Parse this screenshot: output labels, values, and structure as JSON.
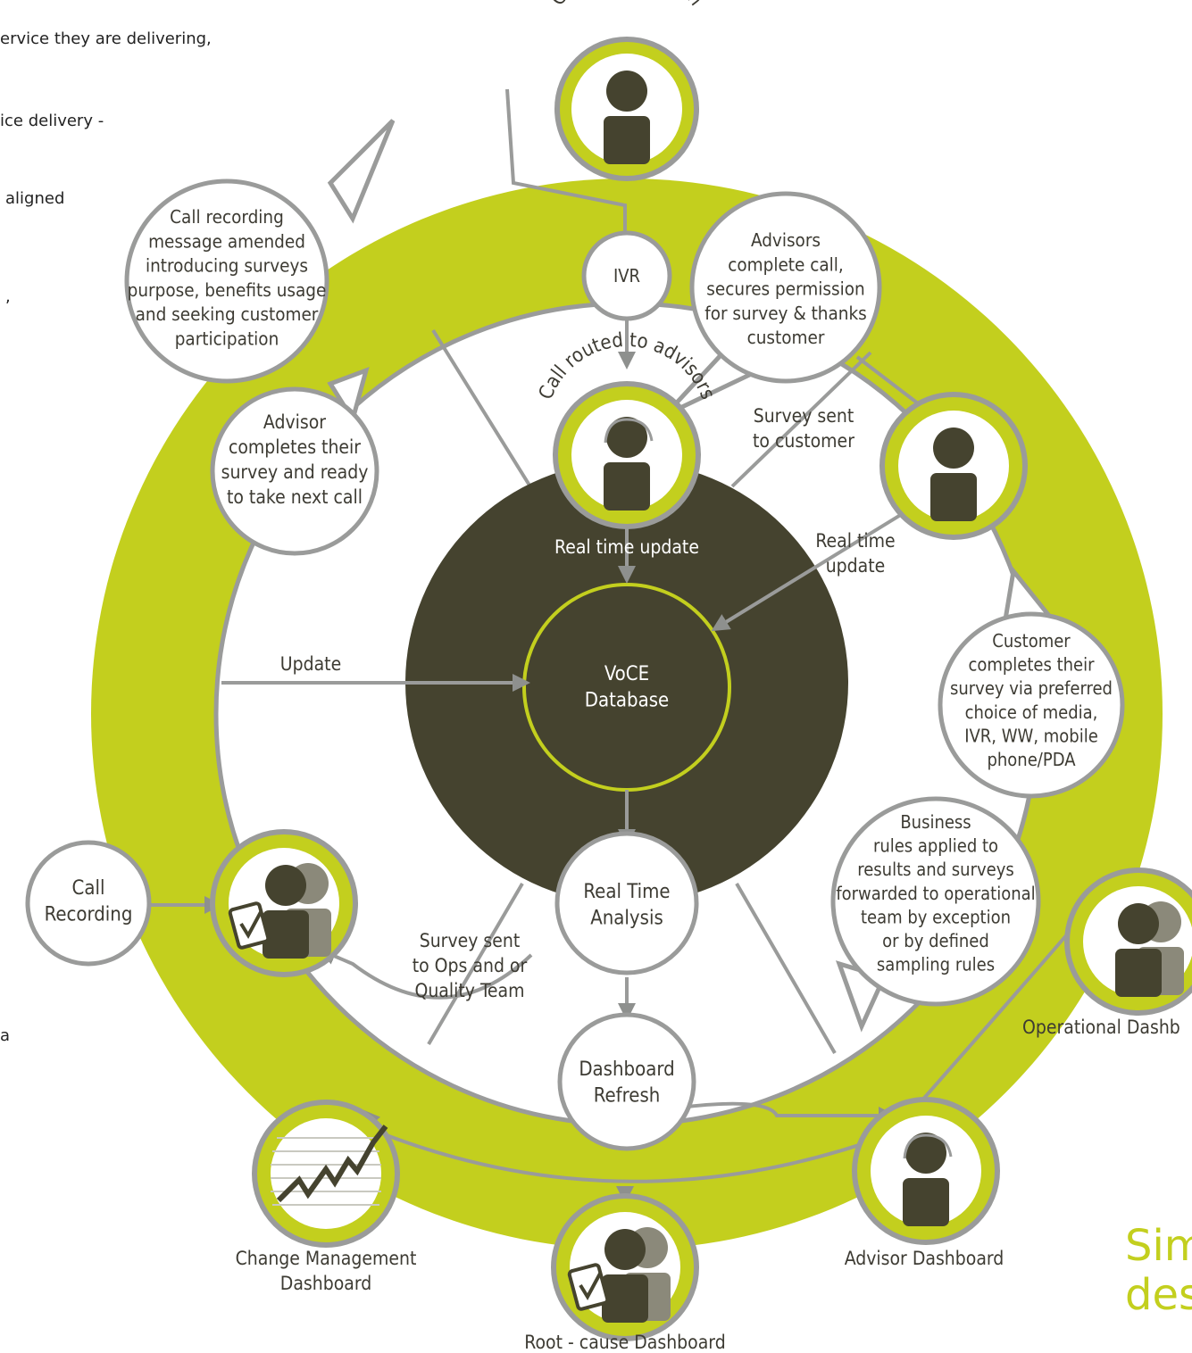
{
  "colors": {
    "accent": "#c3cf1e",
    "dark": "#45432f",
    "grey": "#9a9b9a",
    "white": "#ffffff"
  },
  "side_text": {
    "line1": "ervice they are delivering,",
    "line2": "ice delivery -",
    "line3": "aligned",
    "line4": ",",
    "line5": "a"
  },
  "big_heading": {
    "line1": "Sim",
    "line2": "des"
  },
  "outer": {
    "customer_rings_in": "Customer rings in",
    "call_routed": "Call routed to advisors"
  },
  "nodes": {
    "ivr": "IVR",
    "voce": [
      "VoCE",
      "Database"
    ],
    "real_time_analysis": [
      "Real Time",
      "Analysis"
    ],
    "dashboard_refresh": [
      "Dashboard",
      "Refresh"
    ],
    "call_recording": [
      "Call",
      "Recording"
    ]
  },
  "labels": {
    "real_time_update": "Real time update",
    "real_time_update_right": [
      "Real time",
      "update"
    ],
    "survey_sent_customer": [
      "Survey sent",
      "to customer"
    ],
    "update": "Update",
    "survey_sent_ops": [
      "Survey sent",
      "to Ops and or",
      "Quality Team"
    ]
  },
  "bubbles": {
    "call_recording_msg": [
      "Call recording",
      "message amended",
      "introducing surveys",
      "purpose, benefits usage",
      "and seeking customer",
      "participation"
    ],
    "advisors_complete": [
      "Advisors",
      "complete call,",
      "secures permission",
      "for survey & thanks",
      "customer"
    ],
    "advisor_completes": [
      "Advisor",
      "completes their",
      "survey and ready",
      "to take next call"
    ],
    "customer_completes": [
      "Customer",
      "completes their",
      "survey via preferred",
      "choice of media,",
      "IVR, WW, mobile",
      "phone/PDA"
    ],
    "business_rules": [
      "Business",
      "rules applied to",
      "results and surveys",
      "forwarded to operational",
      "team by exception",
      "or by defined",
      "sampling rules"
    ]
  },
  "dashboards": {
    "operational": "Operational Dashb",
    "advisor": "Advisor Dashboard",
    "root_cause": "Root - cause Dashboard",
    "change_management": [
      "Change Management",
      "Dashboard"
    ]
  }
}
